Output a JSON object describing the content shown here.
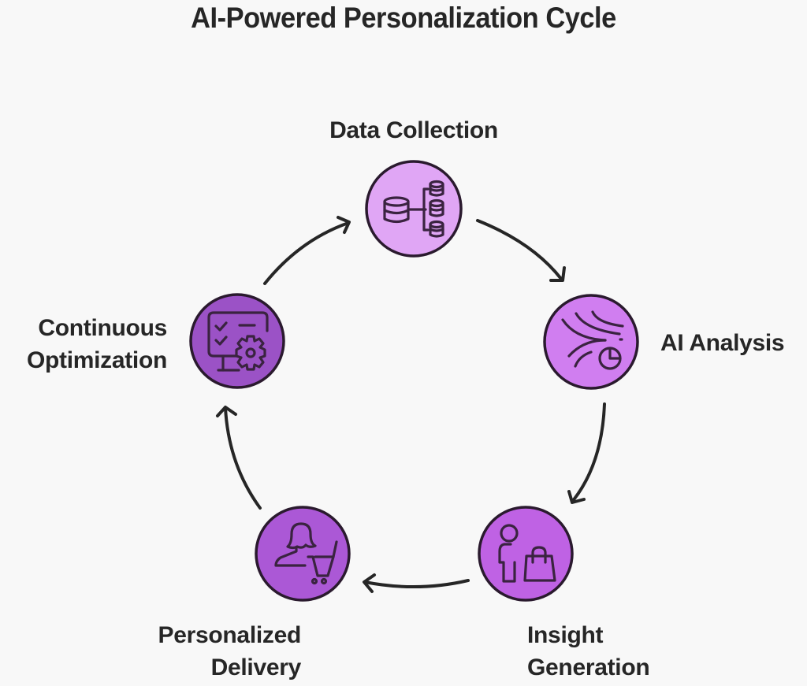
{
  "title": "AI-Powered Personalization Cycle",
  "nodes": [
    {
      "id": "data-collection",
      "lines": [
        "Data Collection"
      ],
      "icon": "database-icon",
      "color": "#e0a6f5"
    },
    {
      "id": "ai-analysis",
      "lines": [
        "AI Analysis"
      ],
      "icon": "data-flow-analytics-icon",
      "color": "#d07ef0"
    },
    {
      "id": "insight-generation",
      "lines": [
        "Insight",
        "Generation"
      ],
      "icon": "person-shopping-bag-icon",
      "color": "#bf62e4"
    },
    {
      "id": "personalized-delivery",
      "lines": [
        "Personalized",
        "Delivery"
      ],
      "icon": "person-shopping-cart-icon",
      "color": "#ab58d6"
    },
    {
      "id": "continuous-optimization",
      "lines": [
        "Continuous",
        "Optimization"
      ],
      "icon": "monitor-checklist-gear-icon",
      "color": "#9b52c6"
    }
  ],
  "flow": [
    {
      "from": "data-collection",
      "to": "ai-analysis"
    },
    {
      "from": "ai-analysis",
      "to": "insight-generation"
    },
    {
      "from": "insight-generation",
      "to": "personalized-delivery"
    },
    {
      "from": "personalized-delivery",
      "to": "continuous-optimization"
    },
    {
      "from": "continuous-optimization",
      "to": "data-collection"
    }
  ]
}
